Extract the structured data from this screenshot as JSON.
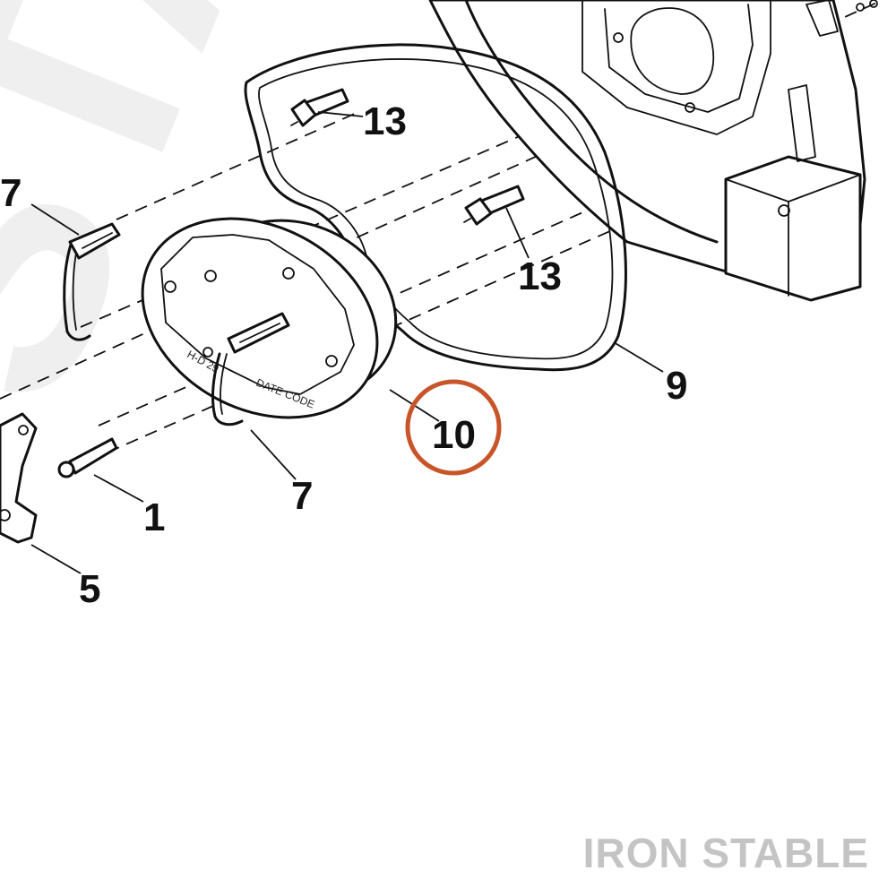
{
  "watermark": {
    "text": "STA"
  },
  "brand": {
    "text": "IRON STABLE"
  },
  "highlight": {
    "color": "#C8552A"
  },
  "callouts": {
    "top_partial": "13",
    "bolt_upper": "13",
    "bolt_lower": "13",
    "clip_left": "7",
    "clip_lower": "7",
    "belt": "9",
    "pulley": "10",
    "bolt_long": "1",
    "bracket": "5"
  },
  "pulley_text": {
    "part_number": "H-D 29",
    "date_code": "DATE CODE"
  },
  "icons": {
    "pulley": "pulley-icon",
    "belt": "belt-icon",
    "bolt": "bolt-icon",
    "clip": "spring-clip-icon",
    "bracket": "bracket-icon",
    "housing": "housing-icon"
  }
}
